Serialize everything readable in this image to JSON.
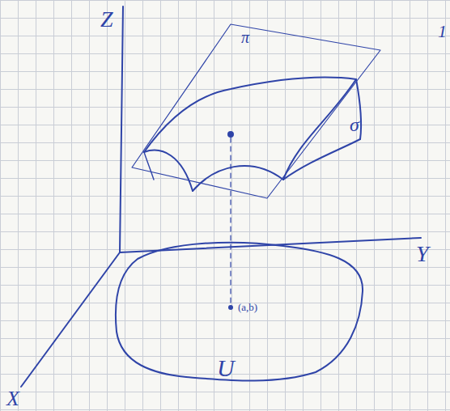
{
  "diagram": {
    "nodes": [
      {
        "text": [
          "(a,b)",
          "U"
        ]
      }
    ],
    "labels": [
      "Z",
      "Y",
      "X",
      "π",
      "σ",
      "1"
    ]
  }
}
